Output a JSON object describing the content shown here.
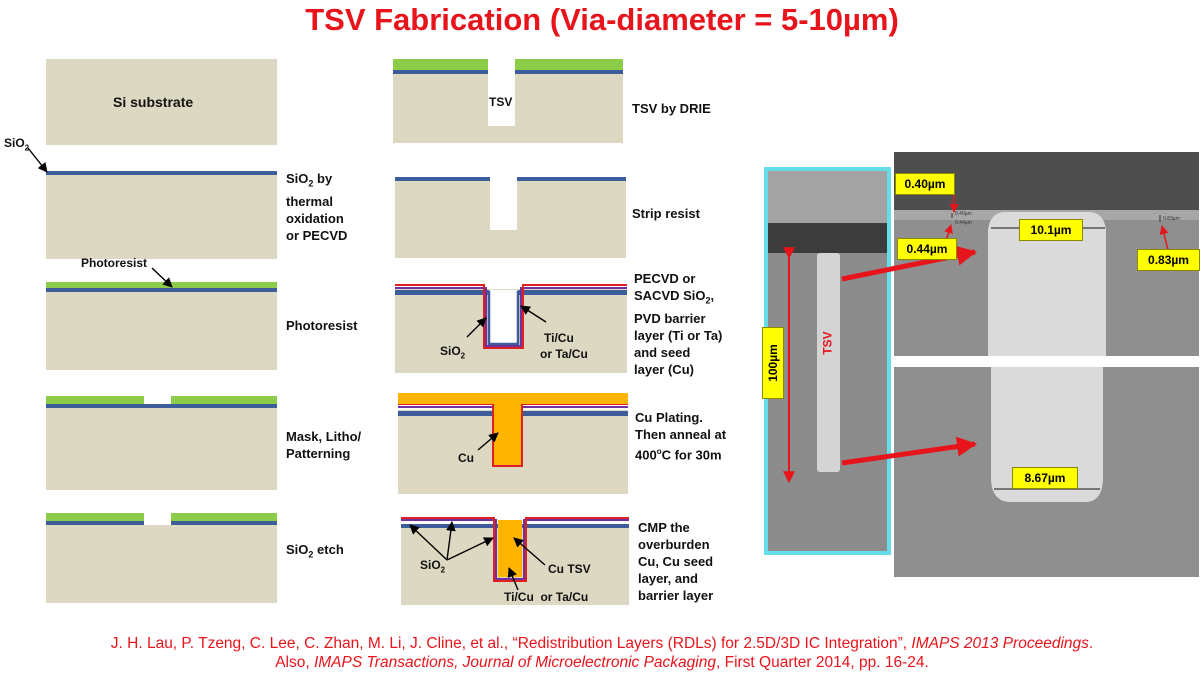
{
  "title": "TSV Fabrication (Via-diameter = 5-10µm)",
  "left_column": {
    "substrate_label": "Si substrate",
    "sio2_pointer": "SiO",
    "sio2_pointer_sub": "2",
    "step1": {
      "line1_a": "SiO",
      "line1_sub": "2",
      "line1_b": " by",
      "line2": "thermal",
      "line3": "oxidation",
      "line4": "or PECVD"
    },
    "photoresist_pointer": "Photoresist",
    "step2": "Photoresist",
    "step3": {
      "line1": "Mask, Litho/",
      "line2": "Patterning"
    },
    "step4": {
      "a": "SiO",
      "sub": "2",
      "b": " etch"
    }
  },
  "middle_column": {
    "tsv_in_hole": "TSV",
    "step5": "TSV by DRIE",
    "step6": "Strip resist",
    "step7": {
      "line1": "PECVD or",
      "line2_a": "SACVD SiO",
      "line2_sub": "2",
      "line2_b": ",",
      "line3": "PVD barrier",
      "line4": "layer (Ti or Ta)",
      "line5": "and seed",
      "line6": "layer (Cu)"
    },
    "step7_sio2": {
      "a": "SiO",
      "sub": "2"
    },
    "step7_ticu": {
      "line1": "Ti/Cu",
      "line2": "or Ta/Cu"
    },
    "step8": {
      "line1": "Cu Plating.",
      "line2": "Then anneal at",
      "line3_a": "400",
      "line3_sup": "o",
      "line3_b": "C for 30m"
    },
    "step8_cu": "Cu",
    "step9": {
      "line1": "CMP the",
      "line2": "overburden",
      "line3": "Cu, Cu seed",
      "line4": "layer, and",
      "line5": "barrier layer"
    },
    "step9_sio2": {
      "a": "SiO",
      "sub": "2"
    },
    "step9_cutsv": "Cu TSV",
    "step9_ticu": "Ti/Cu  or Ta/Cu"
  },
  "sem": {
    "depth_label": "100µm",
    "tsv_label": "TSV",
    "label_040": "0.40µm",
    "label_044": "0.44µm",
    "label_101": "10.1µm",
    "label_083": "0.83µm",
    "label_867": "8.67µm",
    "tiny_040": "0.40µm",
    "tiny_044": "0.44µm",
    "tiny_083": "0.83µm"
  },
  "citation": {
    "line1_a": "J. H. Lau, P. Tzeng, C. Lee, C. Zhan, M. Li, J. Cline, et al., “Redistribution Layers (RDLs) for 2.5D/3D IC Integration”, ",
    "line1_italic": "IMAPS 2013 Proceedings",
    "line1_b": ".",
    "line2_a": "Also, ",
    "line2_italic": "IMAPS Transactions, Journal of Microelectronic Packaging",
    "line2_b": ", First Quarter 2014, pp. 16-24."
  },
  "colors": {
    "title": "#e8141b",
    "substrate": "#ddd8c2",
    "oxide": "#3d5d9a",
    "resist": "#8dcc4a",
    "barrier_red": "#e02020",
    "barrier_purple": "#7030a0",
    "copper": "#ffb400",
    "label_yellow": "#ffff00",
    "sem_border": "#66dde8"
  }
}
